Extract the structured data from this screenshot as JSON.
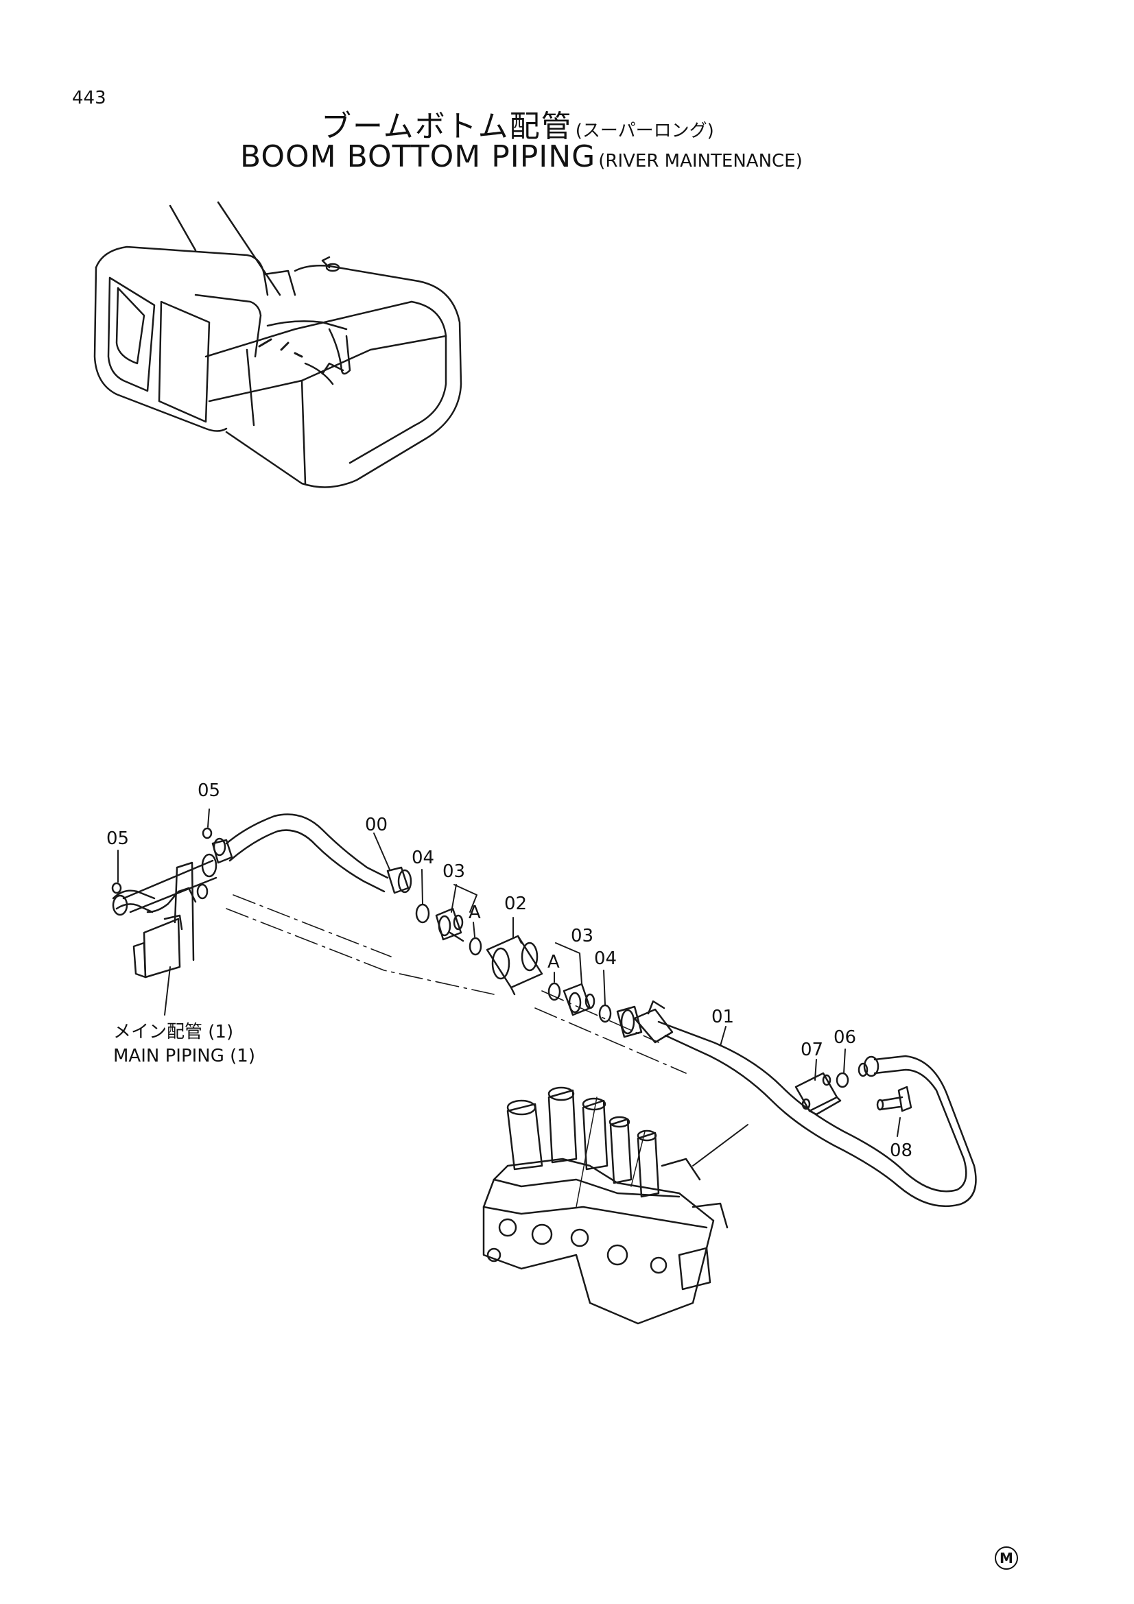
{
  "page_number": "443",
  "title": {
    "jp_main": "ブームボトム配管",
    "jp_sub": "(スーパーロング)",
    "en_main": "BOOM BOTTOM PIPING",
    "en_sub": "(RIVER MAINTENANCE)"
  },
  "callouts": [
    {
      "id": "05a",
      "text": "05"
    },
    {
      "id": "05b",
      "text": "05"
    },
    {
      "id": "00",
      "text": "00"
    },
    {
      "id": "04a",
      "text": "04"
    },
    {
      "id": "03a",
      "text": "03"
    },
    {
      "id": "Aa",
      "text": "A"
    },
    {
      "id": "02",
      "text": "02"
    },
    {
      "id": "03b",
      "text": "03"
    },
    {
      "id": "Ab",
      "text": "A"
    },
    {
      "id": "04b",
      "text": "04"
    },
    {
      "id": "01",
      "text": "01"
    },
    {
      "id": "07",
      "text": "07"
    },
    {
      "id": "06",
      "text": "06"
    },
    {
      "id": "08",
      "text": "08"
    }
  ],
  "main_piping_ref": {
    "jp": "メイン配管 (1)",
    "en": "MAIN PIPING (1)"
  },
  "corner_mark": "M"
}
